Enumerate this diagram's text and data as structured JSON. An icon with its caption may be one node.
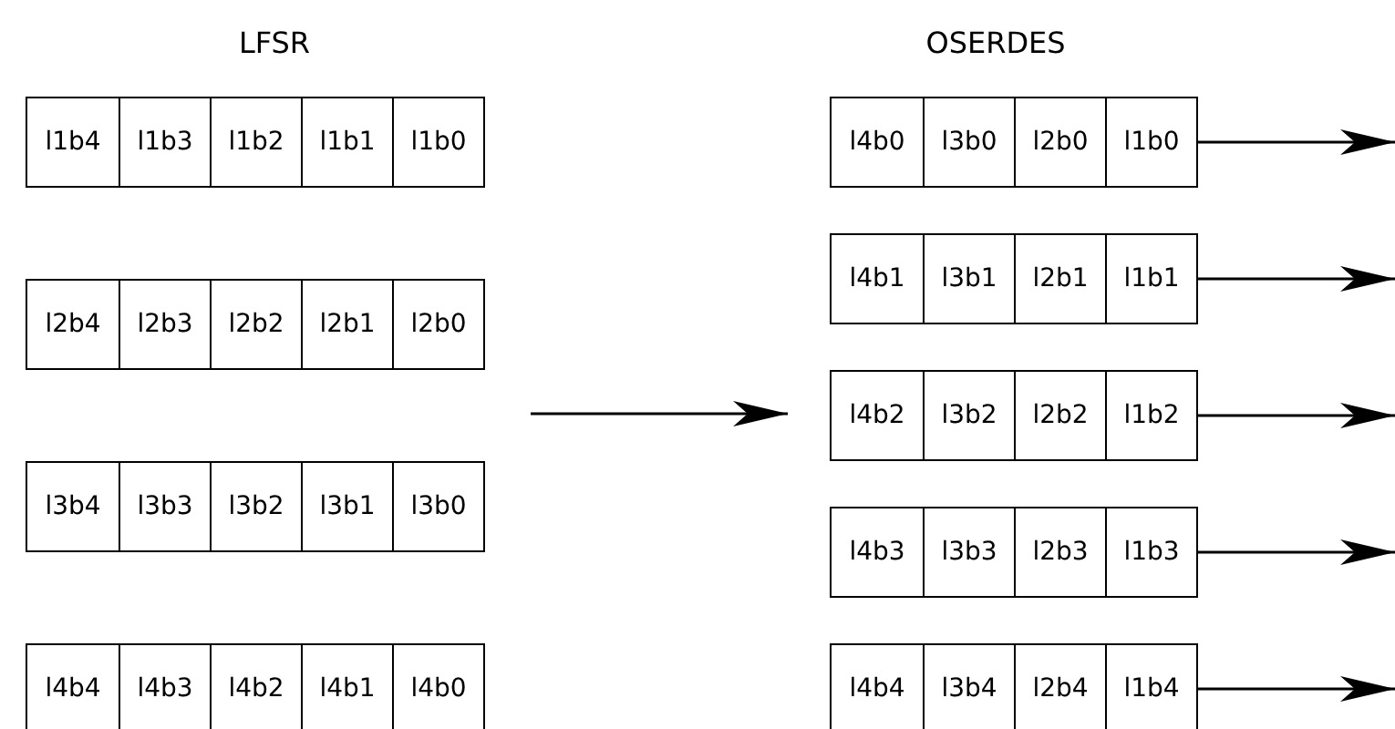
{
  "diagram": {
    "nodes": [
      {
        "text": [
          "LFSR"
        ]
      },
      {
        "text": [],
        "shape": "box",
        "in": 0
      },
      {
        "text": [
          "l1b4"
        ],
        "in": 1
      },
      {
        "text": [
          "l1b3"
        ],
        "in": 1
      },
      {
        "text": [
          "l1b2"
        ],
        "in": 1
      },
      {
        "text": [
          "l1b1"
        ],
        "in": 1
      },
      {
        "text": [
          "l1b0"
        ],
        "in": 1
      },
      {
        "text": [],
        "shape": "box",
        "in": 0
      },
      {
        "text": [
          "l2b4"
        ],
        "in": 7
      },
      {
        "text": [
          "l2b3"
        ],
        "in": 7
      },
      {
        "text": [
          "l2b2"
        ],
        "in": 7
      },
      {
        "text": [
          "l2b1"
        ],
        "in": 7
      },
      {
        "text": [
          "l2b0"
        ],
        "in": 7
      },
      {
        "text": [],
        "shape": "box",
        "in": 0
      },
      {
        "text": [
          "l3b4"
        ],
        "in": 13
      },
      {
        "text": [
          "l3b3"
        ],
        "in": 13
      },
      {
        "text": [
          "l3b2"
        ],
        "in": 13
      },
      {
        "text": [
          "l3b1"
        ],
        "in": 13
      },
      {
        "text": [
          "l3b0"
        ],
        "in": 13
      },
      {
        "text": [],
        "shape": "box",
        "in": 0
      },
      {
        "text": [
          "l4b4"
        ],
        "in": 19
      },
      {
        "text": [
          "l4b3"
        ],
        "in": 19
      },
      {
        "text": [
          "l4b2"
        ],
        "in": 19
      },
      {
        "text": [
          "l4b1"
        ],
        "in": 19
      },
      {
        "text": [
          "l4b0"
        ],
        "in": 19
      },
      {
        "text": [
          "OSERDES"
        ]
      },
      {
        "text": [],
        "shape": "box",
        "in": 25
      },
      {
        "text": [
          "l4b0"
        ],
        "in": 26
      },
      {
        "text": [
          "l3b0"
        ],
        "in": 26
      },
      {
        "text": [
          "l2b0"
        ],
        "in": 26
      },
      {
        "text": [
          "l1b0"
        ],
        "in": 26
      },
      {
        "text": [],
        "shape": "box",
        "in": 25
      },
      {
        "text": [
          "l4b1"
        ],
        "in": 31
      },
      {
        "text": [
          "l3b1"
        ],
        "in": 31
      },
      {
        "text": [
          "l2b1"
        ],
        "in": 31
      },
      {
        "text": [
          "l1b1"
        ],
        "in": 31
      },
      {
        "text": [],
        "shape": "box",
        "in": 25
      },
      {
        "text": [
          "l4b2"
        ],
        "in": 36
      },
      {
        "text": [
          "l3b2"
        ],
        "in": 36
      },
      {
        "text": [
          "l2b2"
        ],
        "in": 36
      },
      {
        "text": [
          "l1b2"
        ],
        "in": 36
      },
      {
        "text": [],
        "shape": "box",
        "in": 25
      },
      {
        "text": [
          "l4b3"
        ],
        "in": 41
      },
      {
        "text": [
          "l3b3"
        ],
        "in": 41
      },
      {
        "text": [
          "l2b3"
        ],
        "in": 41
      },
      {
        "text": [
          "l1b3"
        ],
        "in": 41
      },
      {
        "text": [],
        "shape": "box",
        "in": 25
      },
      {
        "text": [
          "l4b4"
        ],
        "in": 46
      },
      {
        "text": [
          "l3b4"
        ],
        "in": 46
      },
      {
        "text": [
          "l2b4"
        ],
        "in": 46
      },
      {
        "text": [
          "l1b4"
        ],
        "in": 46
      }
    ],
    "edges": [
      {
        "from": 0,
        "to": 25,
        "arrow": "to"
      },
      {
        "from": 26,
        "to": null,
        "arrow": "to"
      },
      {
        "from": 31,
        "to": null,
        "arrow": "to"
      },
      {
        "from": 36,
        "to": null,
        "arrow": "to"
      },
      {
        "from": 41,
        "to": null,
        "arrow": "to"
      },
      {
        "from": 46,
        "to": null,
        "arrow": "to"
      }
    ]
  }
}
